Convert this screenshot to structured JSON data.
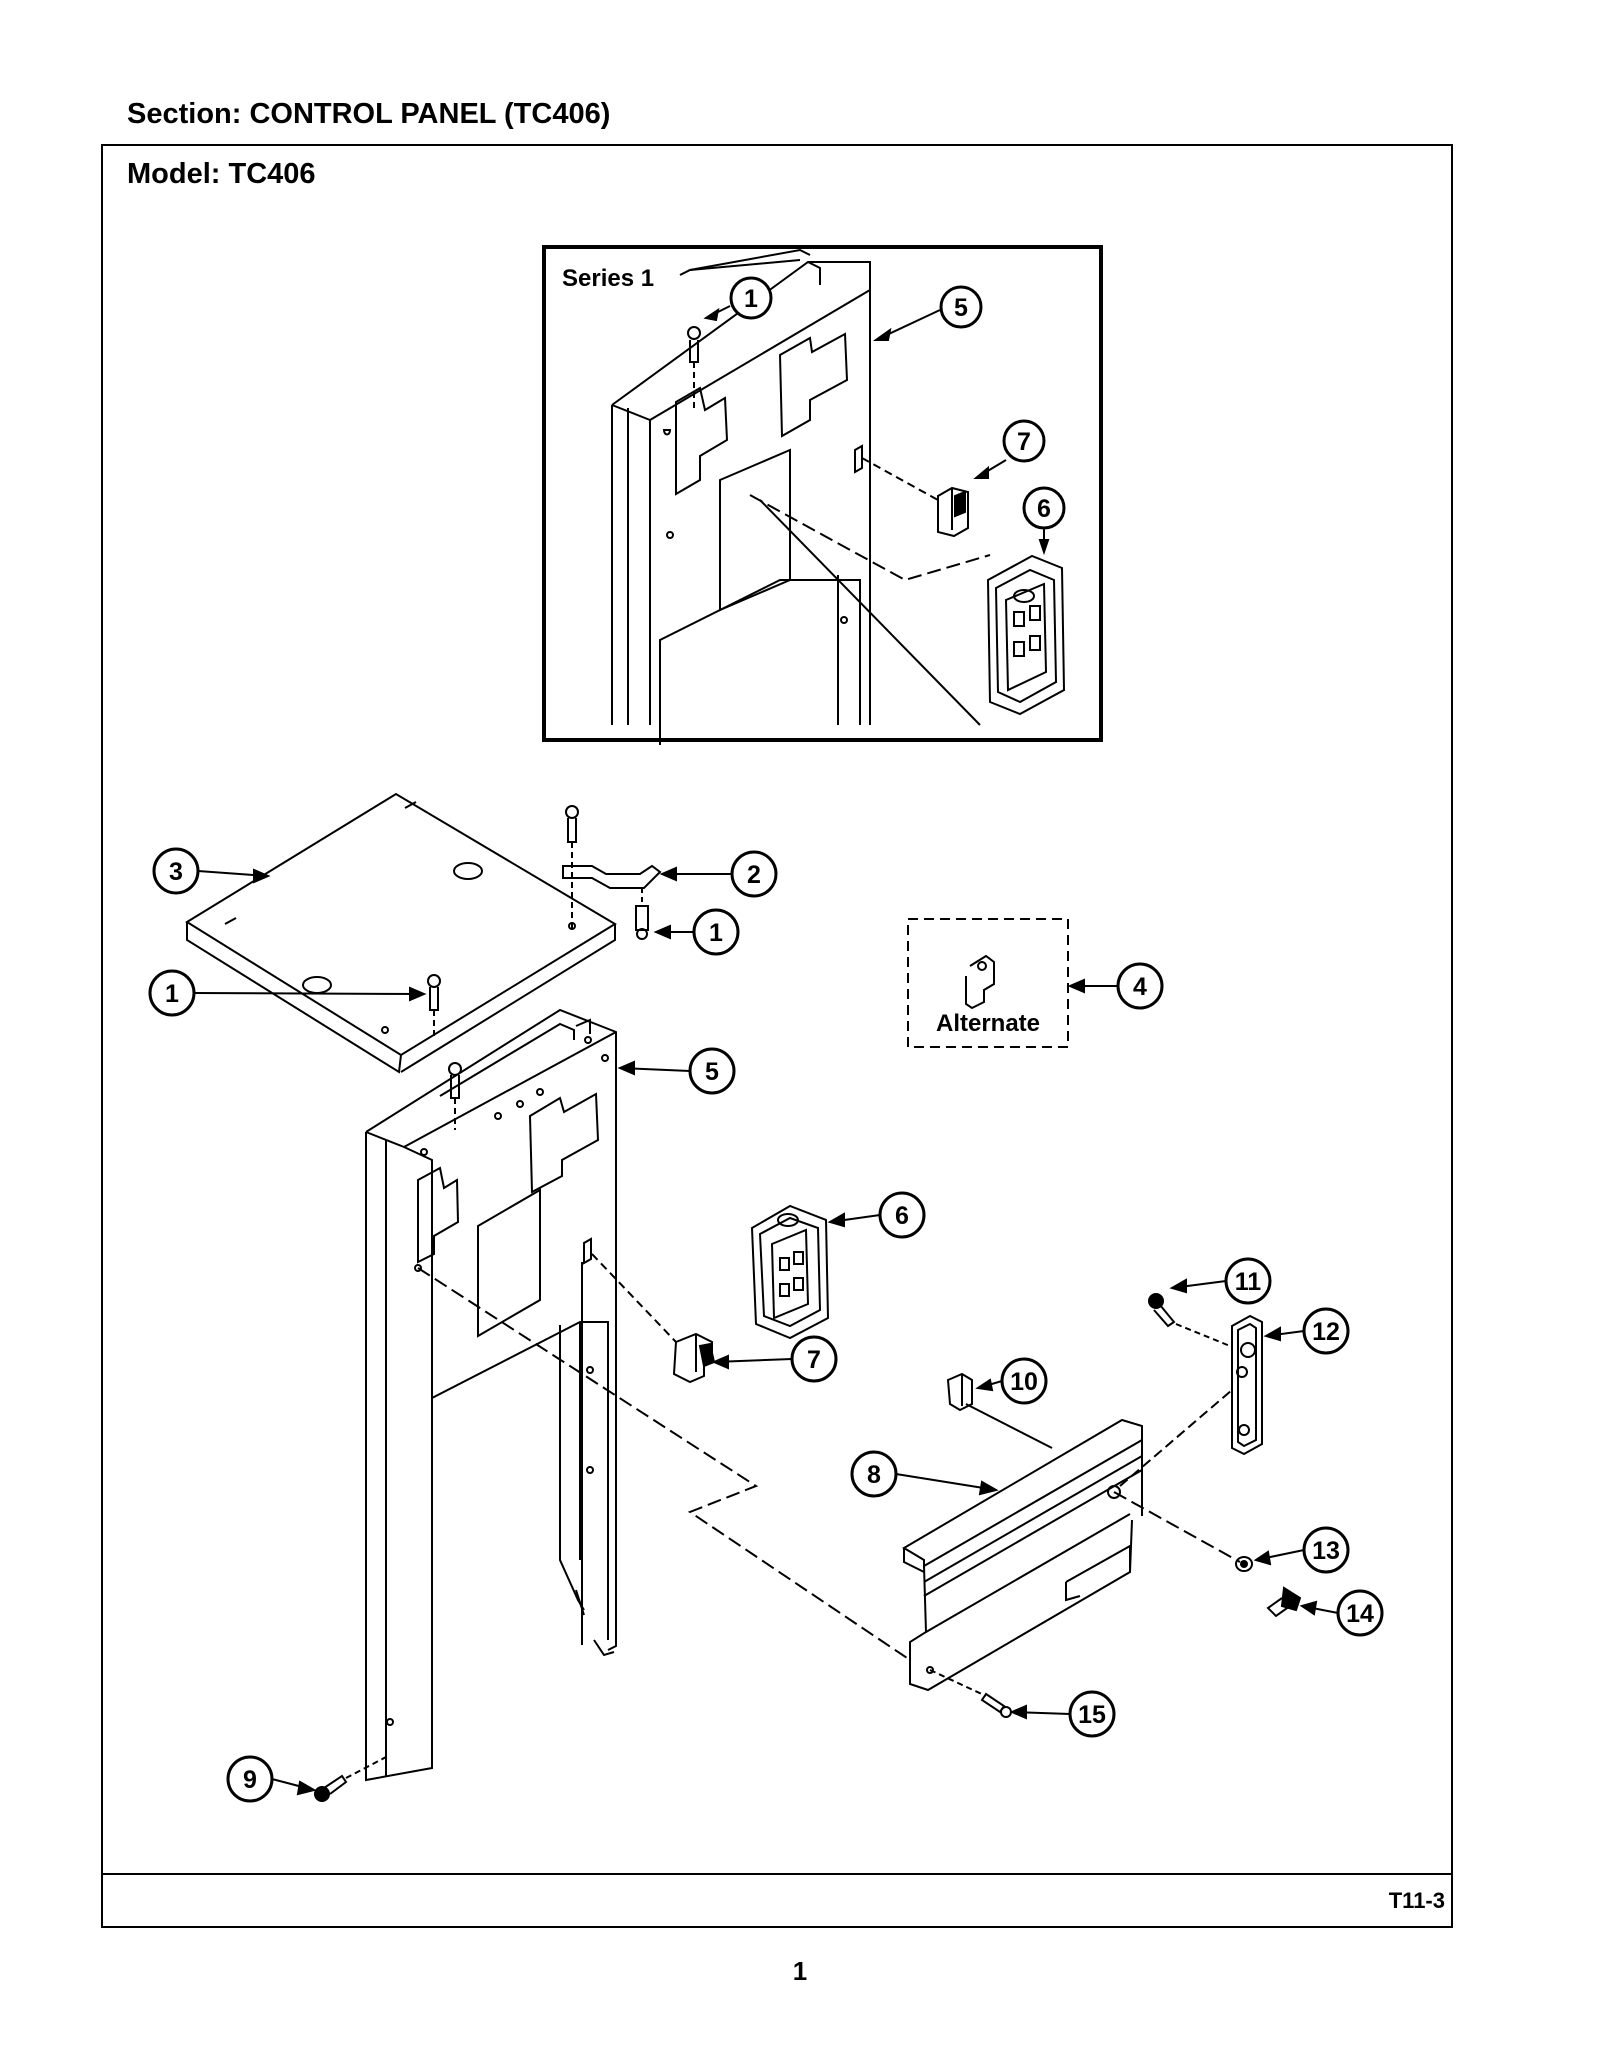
{
  "header": {
    "section": "Section:  CONTROL PANEL (TC406)",
    "model": "Model:  TC406"
  },
  "inset": {
    "label": "Series 1"
  },
  "alternate_label": "Alternate",
  "footer": {
    "code": "T11-3",
    "page_number": "1"
  },
  "callouts": {
    "c1_inset": "1",
    "c5_inset": "5",
    "c7_inset": "7",
    "c6_inset": "6",
    "c3": "3",
    "c2": "2",
    "c1_a": "1",
    "c1_b": "1",
    "c4": "4",
    "c5": "5",
    "c6": "6",
    "c7": "7",
    "c8": "8",
    "c9": "9",
    "c10": "10",
    "c11": "11",
    "c12": "12",
    "c13": "13",
    "c14": "14",
    "c15": "15"
  }
}
